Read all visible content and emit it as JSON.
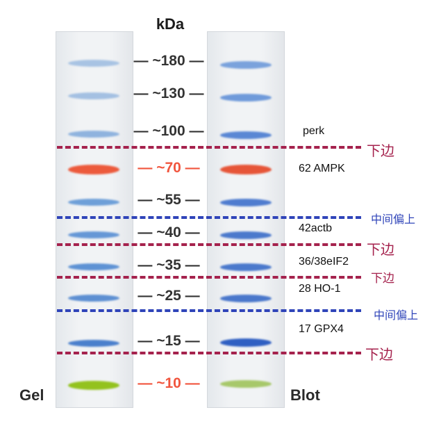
{
  "header": {
    "unit": "kDa"
  },
  "lanes": {
    "gel_label": "Gel",
    "blot_label": "Blot"
  },
  "markers": [
    "~180",
    "~130",
    "~100",
    "~70",
    "~55",
    "~40",
    "~35",
    "~25",
    "~15",
    "~10"
  ],
  "proteins": {
    "perk": "perk",
    "ampk": "62 AMPK",
    "actb": "42actb",
    "eif2": "36/38eIF2",
    "ho1": "28 HO-1",
    "gpx4": "17 GPX4"
  },
  "annotations": {
    "lower_edge": "下边",
    "middle_upper": "中间偏上"
  },
  "colors": {
    "red_dash": "#a5224d",
    "blue_dash": "#2f44b9",
    "highlight_marker": "#f1553e",
    "band_70_orange": "#ec5a3c",
    "band_10_green": "#93c21e",
    "band_blue": "#5b8fd3"
  }
}
